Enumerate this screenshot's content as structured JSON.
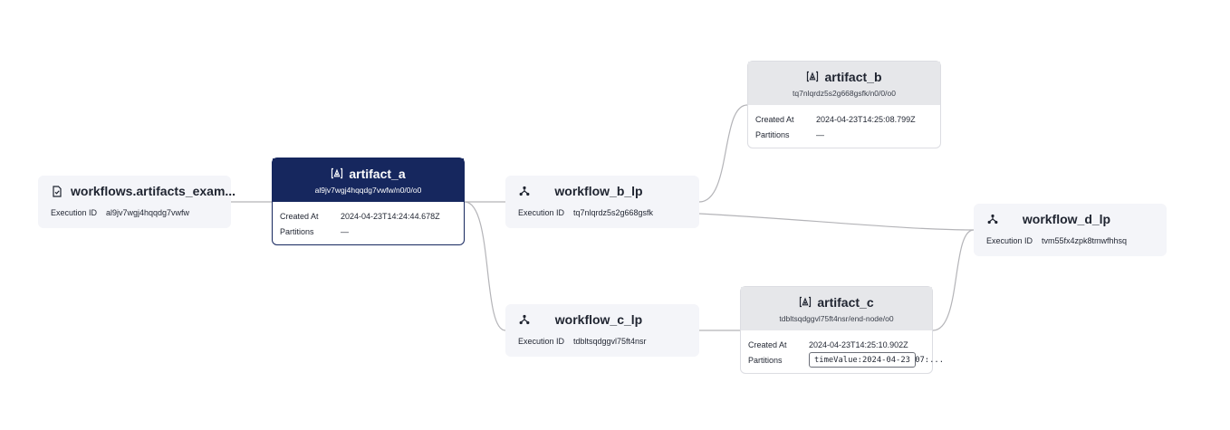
{
  "colors": {
    "selected_header": "#16275e",
    "artifact_header": "#e6e7ea",
    "workflow_bg": "#f4f5f9",
    "edge": "#b4b4b8"
  },
  "labels": {
    "execution_id": "Execution ID",
    "created_at": "Created At",
    "partitions": "Partitions"
  },
  "workflows": {
    "root": {
      "icon": "document-check-icon",
      "title": "workflows.artifacts_exam...",
      "execution_id": "al9jv7wgj4hqqdg7vwfw"
    },
    "b": {
      "icon": "workflow-icon",
      "title": "workflow_b_lp",
      "execution_id": "tq7nlqrdz5s2g668gsfk"
    },
    "c": {
      "icon": "workflow-icon",
      "title": "workflow_c_lp",
      "execution_id": "tdbltsqdggvl75ft4nsr"
    },
    "d": {
      "icon": "workflow-icon",
      "title": "workflow_d_lp",
      "execution_id": "tvm55fx4zpk8tmwfhhsq"
    }
  },
  "artifacts": {
    "a": {
      "icon": "artifact-icon",
      "title": "artifact_a",
      "uri": "al9jv7wgj4hqqdg7vwfw/n0/0/o0",
      "created_at": "2024-04-23T14:24:44.678Z",
      "partitions": "—",
      "selected": true
    },
    "b": {
      "icon": "artifact-icon",
      "title": "artifact_b",
      "uri": "tq7nlqrdz5s2g668gsfk/n0/0/o0",
      "created_at": "2024-04-23T14:25:08.799Z",
      "partitions": "—",
      "selected": false
    },
    "c": {
      "icon": "artifact-icon",
      "title": "artifact_c",
      "uri": "tdbltsqdggvl75ft4nsr/end-node/o0",
      "created_at": "2024-04-23T14:25:10.902Z",
      "partitions": "timeValue:2024-04-23 07:...",
      "selected": false
    }
  }
}
